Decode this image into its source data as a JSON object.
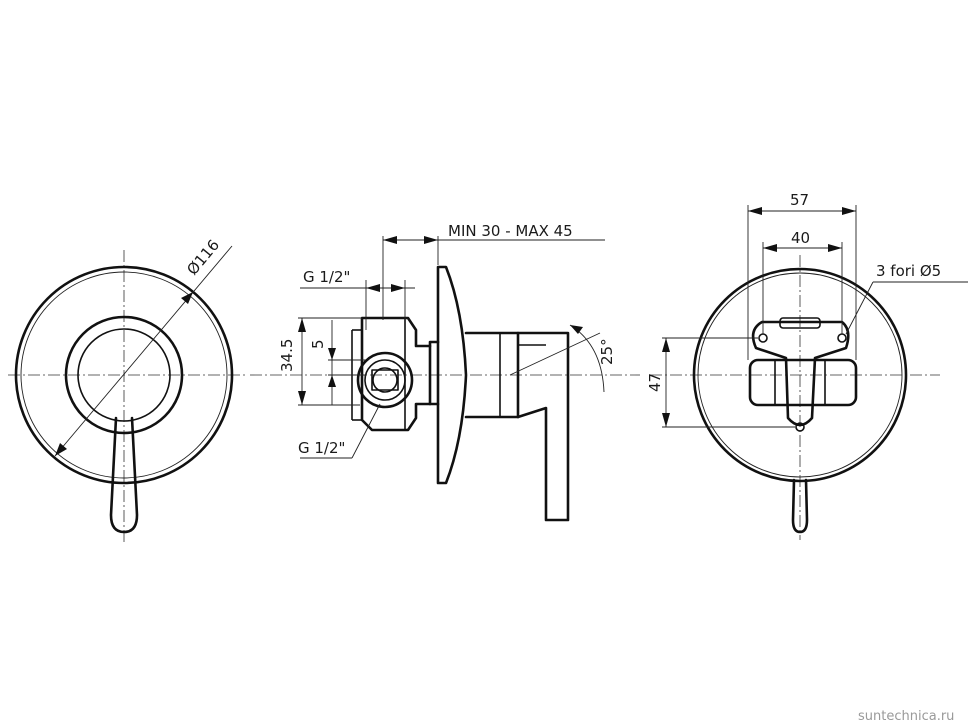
{
  "dimensions": {
    "diameter": "Ø116",
    "depth_range": "MIN 30 - MAX 45",
    "thread_top": "G 1/2\"",
    "thread_bottom": "G 1/2\"",
    "height_34_5": "34.5",
    "offset_5": "5",
    "angle": "25°",
    "width_57": "57",
    "width_40": "40",
    "holes": "3 fori Ø5",
    "height_47": "47"
  },
  "watermark": "suntechnica.ru"
}
